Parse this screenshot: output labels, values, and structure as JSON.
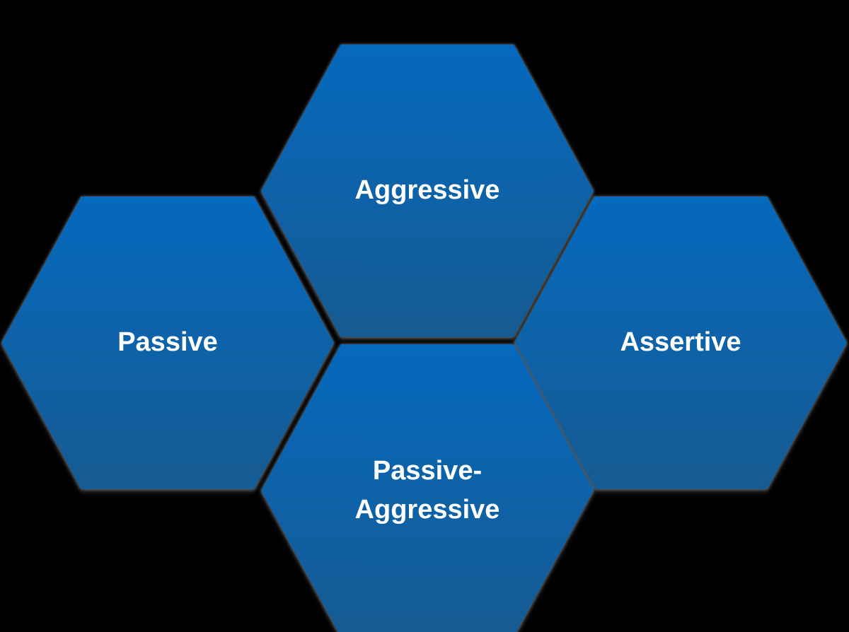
{
  "diagram": {
    "type": "honeycomb-hexagon-diagram",
    "background_color": "#000000",
    "hex_fill_top": "#0569BE",
    "hex_fill_bottom": "#165B92",
    "label_color": "#FFFFFF",
    "nodes": [
      {
        "id": "aggressive",
        "label": "Aggressive",
        "position": "top"
      },
      {
        "id": "passive",
        "label": "Passive",
        "position": "left"
      },
      {
        "id": "assertive",
        "label": "Assertive",
        "position": "right"
      },
      {
        "id": "passive-aggressive",
        "label": "Passive-Aggressive",
        "position": "bottom"
      }
    ]
  }
}
